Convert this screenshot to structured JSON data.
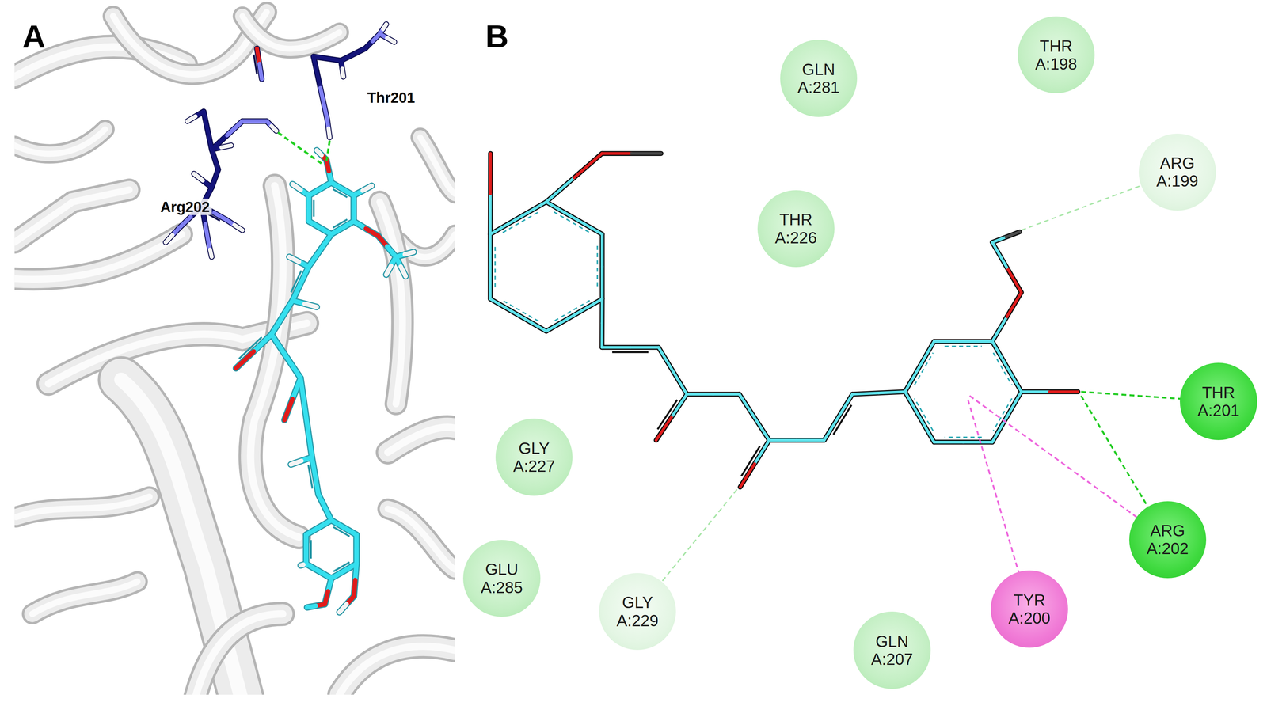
{
  "diagram": {
    "nodes": [
      {
        "text": [
          "THR A:198"
        ]
      },
      {
        "text": [
          "GLN A:281"
        ]
      },
      {
        "text": [
          "ARG A:199"
        ]
      },
      {
        "text": [
          "THR A:226"
        ]
      },
      {
        "text": [
          "THR A:201"
        ]
      },
      {
        "text": [
          "GLY A:227"
        ]
      },
      {
        "text": [
          "ARG A:202"
        ]
      },
      {
        "text": [
          "GLU A:285"
        ]
      },
      {
        "text": [
          "TYR A:200"
        ]
      },
      {
        "text": [
          "GLY A:229"
        ]
      },
      {
        "text": [
          "GLN A:207"
        ]
      }
    ],
    "labels": [
      "A",
      "B",
      "Thr201",
      "Arg202"
    ]
  }
}
